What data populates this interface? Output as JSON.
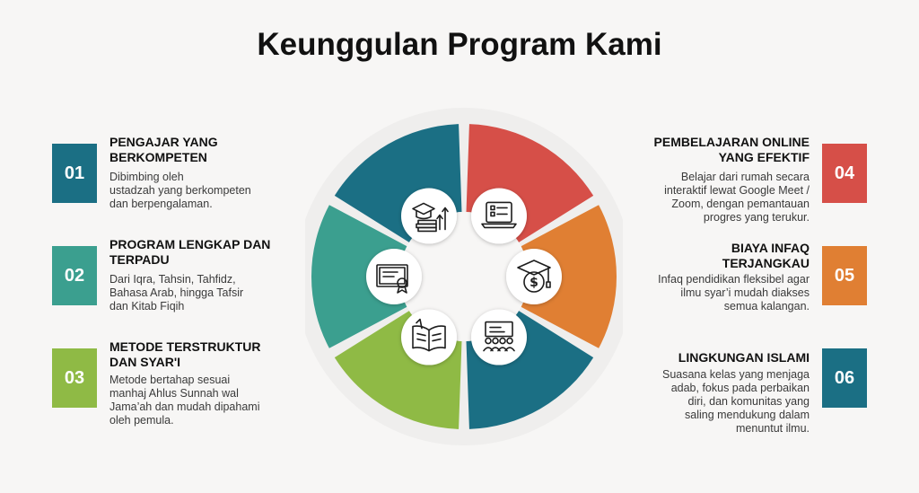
{
  "title": "Keunggulan Program Kami",
  "features": [
    {
      "num": "01",
      "heading": "PENGAJAR YANG\nBERKOMPETEN",
      "desc": "Dibimbing oleh\nustadzah yang berkompeten\ndan berpengalaman.",
      "color": "#1b6f84",
      "icon": "graduation-books-icon"
    },
    {
      "num": "02",
      "heading": "PROGRAM LENGKAP DAN\nTERPADU",
      "desc": "Dari Iqra, Tahsin, Tahfidz,\nBahasa Arab, hingga Tafsir\ndan Kitab Fiqih",
      "color": "#3b9f8f",
      "icon": "certificate-icon"
    },
    {
      "num": "03",
      "heading": "METODE TERSTRUKTUR\nDAN SYAR'I",
      "desc": "Metode bertahap sesuai\nmanhaj Ahlus Sunnah wal\nJama’ah dan mudah dipahami\noleh pemula.",
      "color": "#8fba45",
      "icon": "open-book-icon"
    },
    {
      "num": "04",
      "heading": "PEMBELAJARAN ONLINE\nYANG EFEKTIF",
      "desc": "Belajar dari rumah secara\ninteraktif lewat Google Meet /\nZoom, dengan pemantauan\nprogres yang terukur.",
      "color": "#d64f48",
      "icon": "laptop-checklist-icon"
    },
    {
      "num": "05",
      "heading": "BIAYA INFAQ\nTERJANGKAU",
      "desc": "Infaq pendidikan fleksibel agar\nilmu syar’i mudah diakses\nsemua kalangan.",
      "color": "#e07f33",
      "icon": "graduation-coin-icon"
    },
    {
      "num": "06",
      "heading": "LINGKUNGAN ISLAMI",
      "desc": "Suasana kelas yang menjaga\nadab, fokus pada perbaikan\ndiri, dan komunitas yang\nsaling mendukung dalam\nmenuntut ilmu.",
      "color": "#1b6f84",
      "icon": "classroom-icon"
    }
  ]
}
